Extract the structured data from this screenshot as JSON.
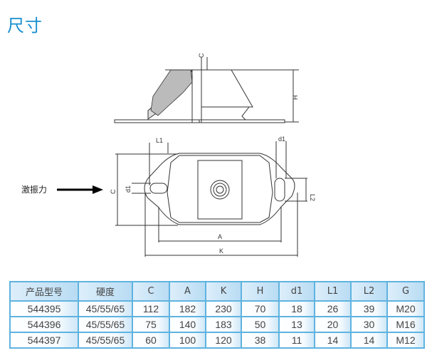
{
  "title": "尺寸",
  "drawing": {
    "force_label": "激振力",
    "labels": {
      "c_top": "C",
      "h": "H",
      "l1": "L1",
      "d1_right": "d1",
      "d1_left": "d1",
      "l2": "L2",
      "c_side": "C",
      "a": "A",
      "k": "K"
    }
  },
  "table": {
    "headers": [
      "产品型号",
      "硬度",
      "C",
      "A",
      "K",
      "H",
      "d1",
      "L1",
      "L2",
      "G"
    ],
    "rows": [
      [
        "544395",
        "45/55/65",
        "112",
        "182",
        "230",
        "70",
        "18",
        "26",
        "39",
        "M20"
      ],
      [
        "544396",
        "45/55/65",
        "75",
        "140",
        "183",
        "50",
        "13",
        "20",
        "30",
        "M16"
      ],
      [
        "544397",
        "45/55/65",
        "60",
        "100",
        "120",
        "38",
        "11",
        "14",
        "14",
        "M12"
      ]
    ]
  }
}
